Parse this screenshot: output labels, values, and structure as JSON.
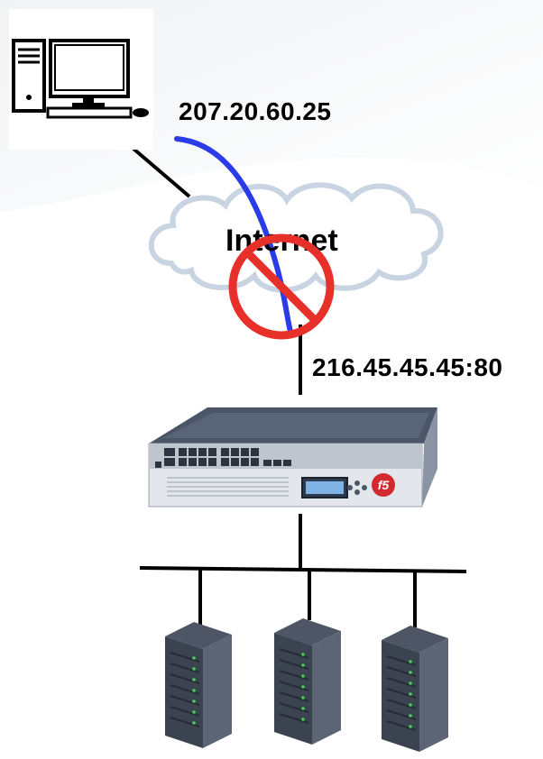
{
  "nodes": {
    "client": {
      "icon": "desktop-computer-icon",
      "ip": "207.20.60.25"
    },
    "internet": {
      "icon": "cloud-icon",
      "label": "Internet"
    },
    "load_balancer": {
      "icon": "f5-appliance-icon",
      "brand_badge": "f5",
      "virtual_server": "216.45.45.45:80"
    },
    "servers": [
      {
        "icon": "server-rack-icon"
      },
      {
        "icon": "server-rack-icon"
      },
      {
        "icon": "server-rack-icon"
      }
    ]
  },
  "overlay": {
    "icon": "prohibited-icon",
    "color": "#e8302a"
  },
  "colors": {
    "blocked_path": "#2b3be8",
    "links": "#000000",
    "server_body": "#3b4250",
    "server_led": "#3fd44a"
  }
}
